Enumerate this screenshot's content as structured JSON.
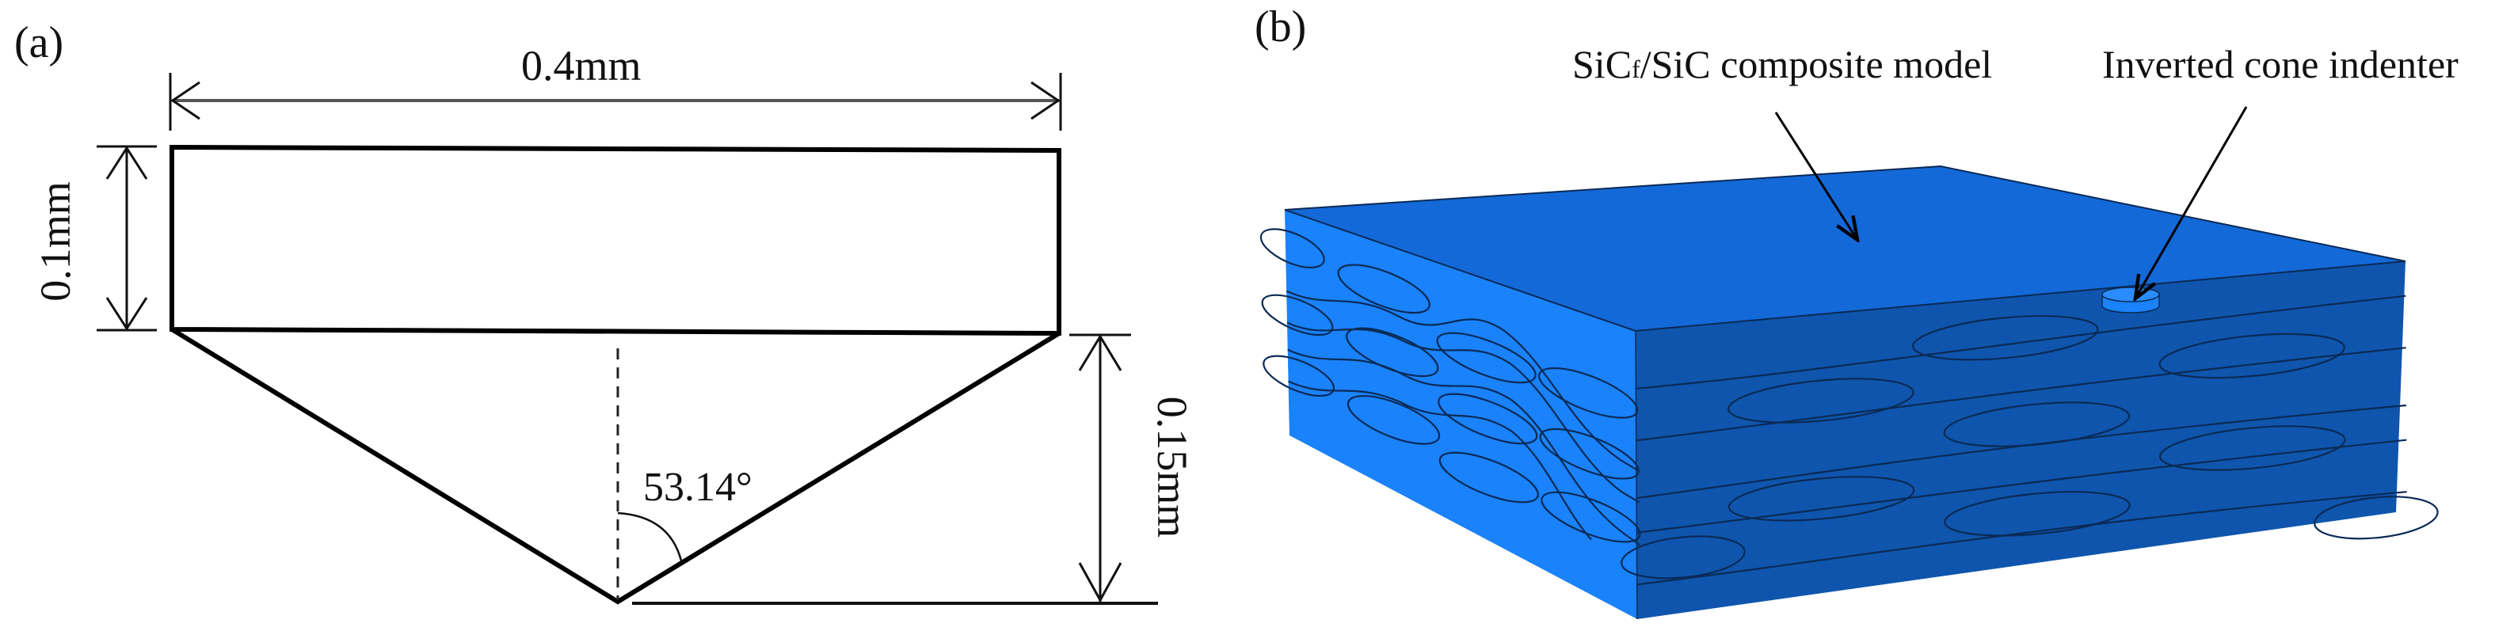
{
  "figure": {
    "panel_a": {
      "label": "(a)",
      "title": "Inverted cone indenter geometry",
      "dimensions": {
        "width": "0.4mm",
        "cylinder_height": "0.1mm",
        "cone_height": "0.15mm",
        "cone_angle": "53.14°"
      }
    },
    "panel_b": {
      "label": "(b)",
      "annotations": {
        "composite": "SiC",
        "composite_sub": "f",
        "composite_rest": "/SiC composite model",
        "indenter": "Inverted cone indenter"
      },
      "colors": {
        "top_face": "#1469d9",
        "side_face": "#1a82fb",
        "front_face": "#0f55ad",
        "fiber_outline": "#0a2a55"
      }
    }
  }
}
